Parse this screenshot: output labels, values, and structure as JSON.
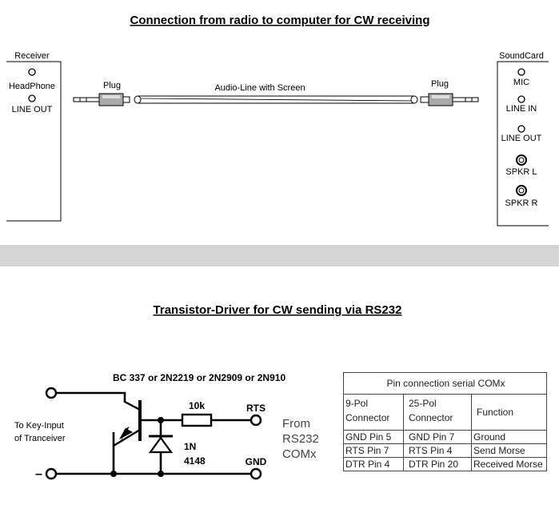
{
  "top": {
    "title": "Connection from radio to computer for CW receiving",
    "receiver": {
      "label": "Receiver",
      "ports": [
        "HeadPhone",
        "LINE OUT"
      ]
    },
    "cable": {
      "plug_left": "Plug",
      "plug_right": "Plug",
      "line_label": "Audio-Line with Screen"
    },
    "soundcard": {
      "label": "SoundCard",
      "ports": [
        "MIC",
        "LINE IN",
        "LINE OUT",
        "SPKR L",
        "SPKR R"
      ]
    }
  },
  "bottom": {
    "title": "Transistor-Driver for CW sending via RS232",
    "transistors": "BC 337 or 2N2219 or 2N2909 or 2N910",
    "resistor": "10k",
    "diode_line1": "1N",
    "diode_line2": "4148",
    "rts_label": "RTS",
    "gnd_label": "GND",
    "key_input_line1": "To Key-Input",
    "key_input_line2": "of Tranceiver",
    "minus_label": "–",
    "source_lines": [
      "From",
      "RS232",
      "COMx"
    ],
    "table": {
      "caption": "Pin connection serial COMx",
      "headers": [
        [
          "9-Pol",
          "Connector"
        ],
        [
          "25-Pol",
          "Connector"
        ],
        [
          "Function"
        ]
      ],
      "rows": [
        [
          "GND Pin 5",
          "GND Pin 7",
          "Ground"
        ],
        [
          "RTS  Pin 7",
          "RTS  Pin 4",
          "Send Morse"
        ],
        [
          "DTR  Pin 4",
          "DTR Pin 20",
          "Received Morse"
        ]
      ]
    }
  }
}
